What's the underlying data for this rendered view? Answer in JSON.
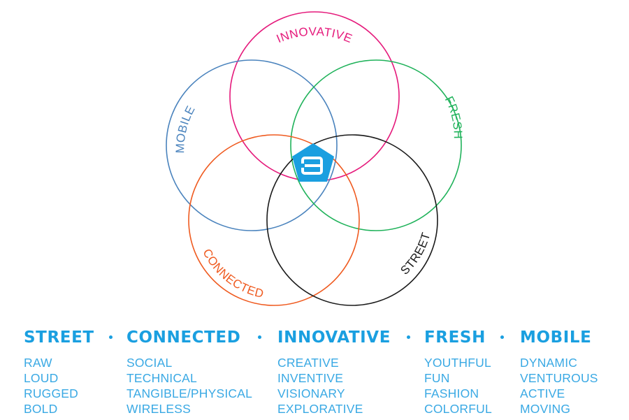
{
  "diagram": {
    "circles": [
      {
        "label": "INNOVATIVE",
        "color": "#e5197b"
      },
      {
        "label": "MOBILE",
        "color": "#4a83bd"
      },
      {
        "label": "FRESH",
        "color": "#1fb25a"
      },
      {
        "label": "CONNECTED",
        "color": "#ef5a1f"
      },
      {
        "label": "STREET",
        "color": "#1a1a1a"
      }
    ],
    "logo": {
      "letter": "B",
      "color": "#1a9fe0"
    }
  },
  "columns": [
    {
      "title": "STREET",
      "items": [
        "RAW",
        "LOUD",
        "RUGGED",
        "BOLD"
      ]
    },
    {
      "title": "CONNECTED",
      "items": [
        "SOCIAL",
        "TECHNICAL",
        "TANGIBLE/PHYSICAL",
        "WIRELESS"
      ]
    },
    {
      "title": "INNOVATIVE",
      "items": [
        "CREATIVE",
        "INVENTIVE",
        "VISIONARY",
        "EXPLORATIVE"
      ]
    },
    {
      "title": "FRESH",
      "items": [
        "YOUTHFUL",
        "FUN",
        "FASHION",
        "COLORFUL"
      ]
    },
    {
      "title": "MOBILE",
      "items": [
        "DYNAMIC",
        "VENTUROUS",
        "ACTIVE",
        "MOVING"
      ]
    }
  ]
}
